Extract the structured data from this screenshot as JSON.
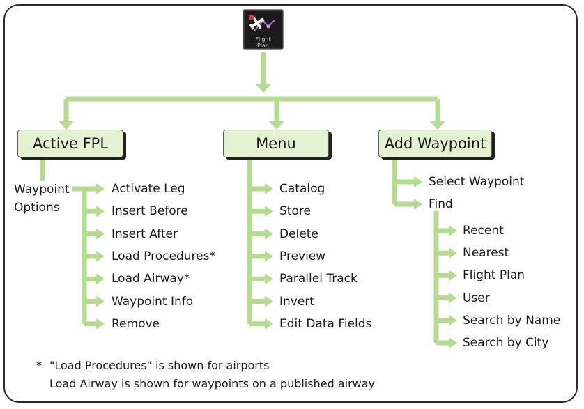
{
  "icon": {
    "name": "flight-plan-icon",
    "label_line1": "Flight",
    "label_line2": "Plan"
  },
  "colors": {
    "connector": "#b4dc8e",
    "box_fill": "#e4f2d1",
    "border": "#2a2a2a"
  },
  "columns": {
    "active_fpl": {
      "title": "Active FPL",
      "parent_line1": "Waypoint",
      "parent_line2": "Options",
      "items": [
        "Activate Leg",
        "Insert Before",
        "Insert After",
        "Load Procedures*",
        "Load Airway*",
        "Waypoint Info",
        "Remove"
      ]
    },
    "menu": {
      "title": "Menu",
      "items": [
        "Catalog",
        "Store",
        "Delete",
        "Preview",
        "Parallel Track",
        "Invert",
        "Edit Data Fields"
      ]
    },
    "add_waypoint": {
      "title": "Add Waypoint",
      "items": [
        "Select Waypoint",
        "Find"
      ],
      "find_items": [
        "Recent",
        "Nearest",
        "Flight Plan",
        "User",
        "Search by Name",
        "Search by City"
      ]
    }
  },
  "footnote": {
    "mark": "*",
    "line1": "\"Load Procedures\" is shown for airports",
    "line2": "Load Airway is shown for waypoints on a published airway"
  }
}
